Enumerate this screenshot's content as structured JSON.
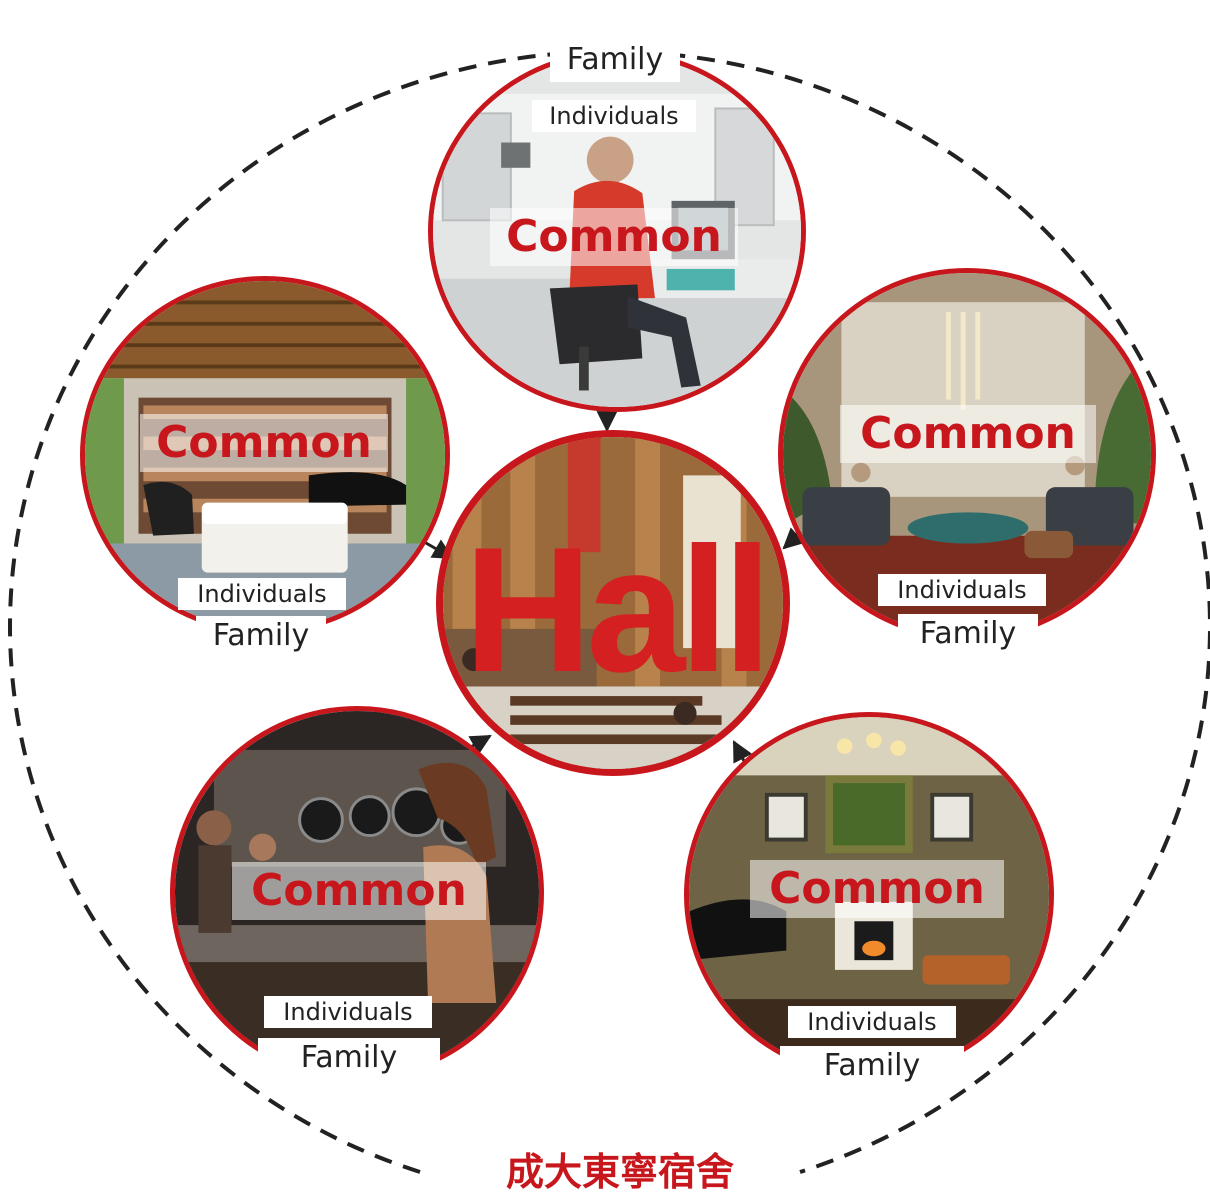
{
  "colors": {
    "accent": "#c8161d",
    "outline": "#222222",
    "hall_text": "#d42020"
  },
  "hall": {
    "label": "Hall"
  },
  "caption": "成大東寧宿舍",
  "spaces": [
    {
      "id": "top",
      "common": "Common",
      "individuals": "Individuals",
      "family": "Family"
    },
    {
      "id": "left",
      "common": "Common",
      "individuals": "Individuals",
      "family": "Family"
    },
    {
      "id": "right",
      "common": "Common",
      "individuals": "Individuals",
      "family": "Family"
    },
    {
      "id": "bottom-left",
      "common": "Common",
      "individuals": "Individuals",
      "family": "Family"
    },
    {
      "id": "bottom-right",
      "common": "Common",
      "individuals": "Individuals",
      "family": "Family"
    }
  ]
}
